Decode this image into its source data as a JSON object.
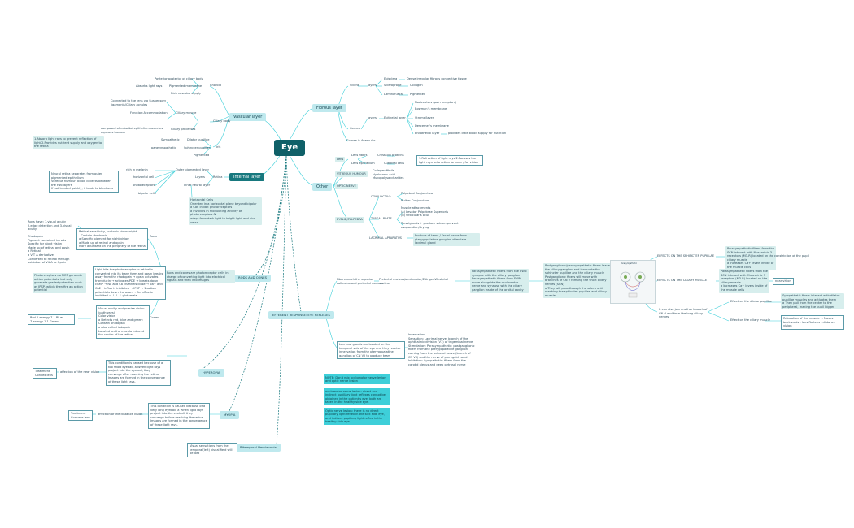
{
  "title": "Eye",
  "branches": {
    "fibrous": "Fibrous layer",
    "vascular": "Vascular layer",
    "internal": "Internal layer",
    "other": "Other"
  },
  "vascular_layer": {
    "choroid": "Choroid",
    "choroid_items": [
      "Posterior posterior of ciliary body",
      "Pigmented membrane",
      "Rich vascular supply"
    ],
    "choroid_note": "Absorbs light rays",
    "ciliary_body": "Ciliary body",
    "ciliary_muscle": "Ciliary muscle",
    "ciliary_muscle_items": [
      "Connected to the lens via Suspensory ligaments/Ciliary zonules",
      "Function:Accommodation"
    ],
    "ciliary_process": "Ciliary processes",
    "ciliary_process_note": "composed of cuboidal epithelium secretes aqueous humour",
    "iris": "Iris",
    "sphincter": "Sphincter pupillae",
    "dilator": "Dilator pupillae",
    "sympathetic": "Sympathetic",
    "parasympathetic": "parasympathetic",
    "pigmented": "Pigmented",
    "plus": "+"
  },
  "internal_layer": {
    "retina": "Retina",
    "layers": "Layers",
    "outer": "Outer pigmented layer",
    "inner": "Inner neural layer",
    "outer_items": [
      "rich in melanin",
      "horizontal cell",
      "photoreceptors",
      "bipolar cells"
    ],
    "blood_note": "1.Absorb light rays to prevent reflection of light 2.Provides nutrient supply and oxygen to the retina",
    "detach_note": "Neural retina separates from outer pigmented epithelium\nVitreous humour, blood collects between the two layers\nIf not treated quickly, it leads to blindness",
    "horizontal_note": "Horizontal Cells\nOriented in a horizontal plane beyond bipolar\na Can inhibit photoreceptors\na Involves in modulating activity of photoreceptors &\nadapt from dark light to bright light and vice-versa"
  },
  "fibrous_layer": {
    "sclera": "Sclera",
    "layers": "layers",
    "sclera_layers": [
      "Episclera",
      "Scleroprope",
      "Laminafusca"
    ],
    "sclera_notes": [
      "Dense irregular fibrous connective tissue",
      "Collagen",
      "Pigmented"
    ],
    "cornea": "Cornea",
    "cornea_layers": "layers",
    "epithelial": "Epithelial layer",
    "cornea_items": [
      "Nociceptors (pain receptors)",
      "Bowman's membrane",
      "Stroma/layer",
      "Descemet's membrane",
      "Endothelial layer"
    ],
    "endo_note": "provides little blood supply for nutrition",
    "cornea_avascular": "Cornea is Avascular"
  },
  "other": {
    "lens": "Lens",
    "lens_fibers": "Lens fibers",
    "crystallin": "Crystallin proteins",
    "lens_epi": "Lens epithelium",
    "cuboidal": "Cuboidal cells",
    "lens_note": "1.Refraction of light rays  2.Focuses the light rays onto retina for near / far vision",
    "vitreous": "VITREOUS HUMOUR",
    "vitreous_items": "Collagen fibrils\nHyaluronic acid\nMucopolysaccharides",
    "optic": "OPTIC NERVE",
    "conjunctiva": "CONJUNCTIVA",
    "conj_items": [
      "Palpebral Conjunctiva",
      "Bulbar Conjunctiva"
    ],
    "eyelid": "EYELID/PALPEBRA",
    "tarsal": "TARSAL PLATE",
    "tarsal_items": "Muscle attachments\n(a) Levator Palpebrae Superioris\n(b) Orbicularis oculi",
    "tarsal_note": "Tarsalglands + produce sebum prevent evaporation/drying",
    "lacrimal": "LACRIMAL APPARATUS",
    "lacrimal_note": "Produce of tears / Facial nerve from pterygopalatine ganglion stimulate lacrimal gland"
  },
  "rods_cones": {
    "label": "RODS AND CONES",
    "rods": "Rods",
    "cones": "Cones",
    "rods_note": "Rods have: 1.visual acuity  2.edge detection and  3.visual acuity",
    "rhodopsin": "Rhodopsin\nPigment contained in rods Specific for night vision\nMade up of retinal and opsin\na Retinal\na VIT A derivative\nConverted to retinal through oxidation of Vit A to Opsin",
    "rods_desc": "Retinal sensitivity, scotopic vision-night\n- Contain rhodopsin\na Specific pigment for night vision\na Made up of retinal and opsin\nMore abundant on the periphery of the retina",
    "phototrans": "Light hits the photoreceptor → retinal is converted into its trans form and opsin breaks away from the rhodopsin → opsin activates transducin → activates PDE → breaks down cGMP → Na and Ca channels close → Na+ and Ca2+ influx is inhibited → IPSP → 1.action potentials down the axon → Ca influx is inhibited → ↓ ↓ ↓ glutamate",
    "photo_note": "Photoreceptors do NOT generate action potentials, but only generate graded potentials such as IPSP, which then fire an action potential",
    "cones_desc": "Visual acuity and precise vision (pathways)\nColor vision\na Detects red, blue and green: Contain photopsin\na Also called iodopsin\nLocated on the macula lutea at the center of the retina",
    "cones_types": "Red  1.energy  7.1 Blue  7.energy  1.1 Green",
    "both_note": "Rods and cones are photoreceptor cells in charge of converting light into electrical signals and then into images"
  },
  "efferent": {
    "label": "EFFERENT RESPONSE: EYE REFLEXES",
    "fibers": "Fibers reach the superior colliculus and pretectal nucleus",
    "pretectal": "Pretectal nucleus/oculomotor/Edinger-Westphal nucleus",
    "parasym": "Parasympathetic fibers from the EWN synapse with the ciliary ganglion\nParasympathetic fibers from EWN move alongside the oculomotor nerve and synapse with the ciliary ganglion inside of the orbital cavity",
    "postgang": "Postganglionic/parasympathetic fibers leave the ciliary ganglion and innervate the sphincter pupillae and the ciliary muscle\nPostganglionic fibers will move with branches of CN V forming the short ciliary nerves (SCN)\na They will pass through the sclera until reaching the sphincter pupillae and ciliary muscle",
    "sphincter_eff": "EFFECTS ON THE SPHINCTER PUPILLAE",
    "sphincter_eff_note": "Parasympathetic fibers from the SCN interact with Muscarinic 3 receptors (M3-R) located on the ciliary muscle\na Increases Ca+ levels inside of the muscle cells",
    "constriction": "constriction of the pupil",
    "ciliary_eff": "EFFECTS ON THE CILIARY MUSCLE",
    "ciliary_eff_note": "Parasympathetic fibers from the SCN interact with Muscarinic 3 receptors (M3-R) located on the ciliary muscle\na Increases Ca+ levels inside of the muscle cells",
    "near_vision": "near vision",
    "symp_intro": "It can also join another branch of CN V and form the long ciliary nerves",
    "dilator_eff": "Effect on the dilator pupillae",
    "dilator_note": "Sympathetic fibers interact with dilator pupillae muscles and activates them\na They pull from the center to the peripheral, making the pupil bigger",
    "ciliary_eff2": "Effect on the ciliary muscle",
    "ciliary_note2": "Relaxation of the muscle → Moves backwards - lens flattens - distance vision",
    "lacrimal": "Lacrimal glands are located on the temporal side of the eye and they receive innervation from the pterygopalatine ganglion of CN VII to produce tears",
    "lacrimal_inn": "Innervation\nSensation: Lacrimal nerve, branch of the ophthalmic division (V1) of trigeminal nerve\nStimulation: Parasympathetic: postganglionic fibers from the pterygopalatine ganglion, coming from the petrosal nerve (branch of CN VII) and the nerve of pterygoid canal\nInhibition: Sympathetic: fibers from the carotid plexus and deep petrosal nerve",
    "note1": "NOTE:  Don't mix oculomotor nerve lesion and optic nerve lesion",
    "note2": "oculomotor nerve lesion: direct and indirect pupillary light reflexes cannot be obtained in the patient's eye, both are taken in the healthy side eye.",
    "note3": "Optic nerve lesion: there is no direct pupillary light reflex in the sick side eye, and  indirect pupillary light reflex in the healthy side eye.",
    "diagram_title": "Parasympathetic"
  },
  "hyperopia": {
    "label": "HYPEROPIA",
    "desc": "This condition is caused because of a too short eyeball, a When light rays project into the eyeball, they\nconverge after reaching the retina\nImages are formed in the convergence of these light rays.",
    "affect": "affection of the near vision",
    "treat": "Treatment\nConvex lens"
  },
  "myopia": {
    "label": "MYOPIA",
    "desc": "This condition is caused because of a very long eyeball, a When light rays project into the eyeball, they\nconverge before reaching the retina\nImages are formed in the convergence of these light rays.",
    "affect": "affection of the distance vision",
    "treat": "Treatment\nConcave lens"
  },
  "hemianopia": {
    "label": "Bitemporal Hemianopia",
    "desc": "Visual sensations from the temporal(left) visual field will be lost"
  }
}
